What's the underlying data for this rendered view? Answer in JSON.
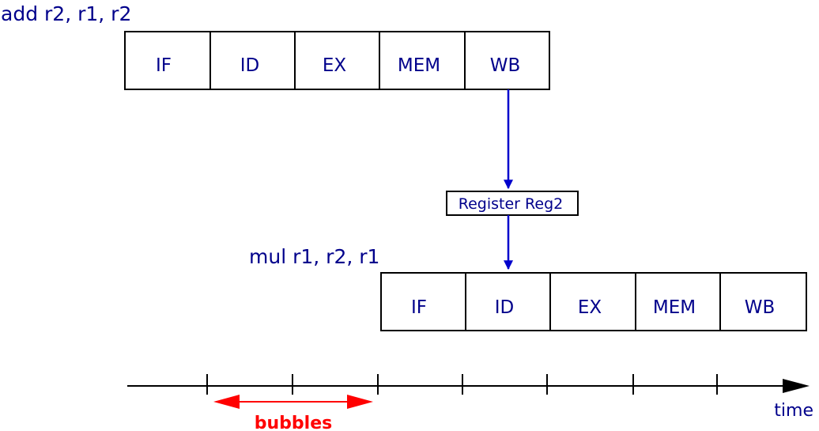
{
  "instructions": [
    {
      "label": "add r2, r1, r2",
      "stages": [
        "IF",
        "ID",
        "EX",
        "MEM",
        "WB"
      ]
    },
    {
      "label": "mul r1, r2, r1",
      "stages": [
        "IF",
        "ID",
        "EX",
        "MEM",
        "WB"
      ]
    }
  ],
  "register_box": {
    "label": "Register Reg2"
  },
  "timeline": {
    "axis_label": "time",
    "bubbles_label": "bubbles"
  },
  "colors": {
    "text": "#00008b",
    "arrow": "#0000cc",
    "bubbles": "#ff0000",
    "line": "#000000"
  }
}
